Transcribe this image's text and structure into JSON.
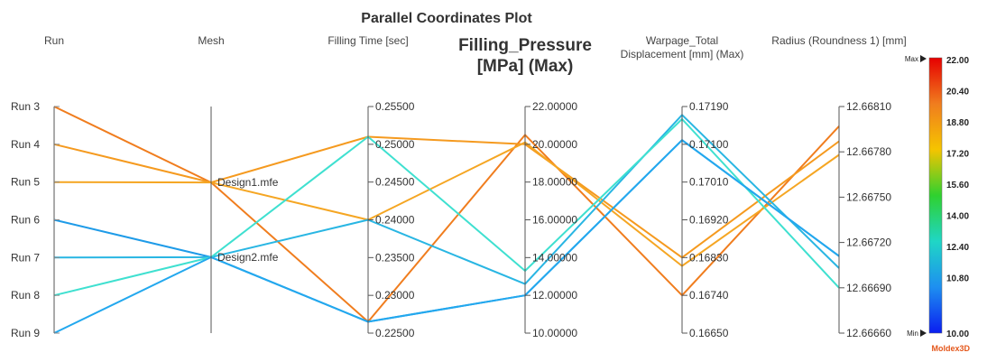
{
  "chart_data": {
    "type": "parallel_coordinates",
    "title": "Parallel Coordinates Plot",
    "axes": [
      {
        "key": "run",
        "title": [
          "Run"
        ],
        "kind": "category",
        "categories": [
          "Run 3",
          "Run 4",
          "Run 5",
          "Run 6",
          "Run 7",
          "Run 8",
          "Run 9"
        ]
      },
      {
        "key": "mesh",
        "title": [
          "Mesh"
        ],
        "kind": "category",
        "categories": [
          "Design1.mfe",
          "Design2.mfe"
        ]
      },
      {
        "key": "filling_time",
        "title": [
          "Filling Time [sec]"
        ],
        "kind": "numeric",
        "range": [
          0.225,
          0.255
        ],
        "ticks": [
          "0.25500",
          "0.25000",
          "0.24500",
          "0.24000",
          "0.23500",
          "0.23000",
          "0.22500"
        ]
      },
      {
        "key": "filling_pressure",
        "title": [
          "Filling_Pressure",
          "[MPa] (Max)"
        ],
        "kind": "numeric",
        "emphasis": true,
        "range": [
          10,
          22
        ],
        "ticks": [
          "22.00000",
          "20.00000",
          "18.00000",
          "16.00000",
          "14.00000",
          "12.00000",
          "10.00000"
        ]
      },
      {
        "key": "warpage",
        "title": [
          "Warpage_Total",
          "Displacement [mm] (Max)"
        ],
        "kind": "numeric",
        "range": [
          0.1665,
          0.1719
        ],
        "ticks": [
          "0.17190",
          "0.17100",
          "0.17010",
          "0.16920",
          "0.16830",
          "0.16740",
          "0.16650"
        ]
      },
      {
        "key": "radius",
        "title": [
          "Radius (Roundness 1) [mm]"
        ],
        "kind": "numeric",
        "range": [
          12.6666,
          12.6681
        ],
        "ticks": [
          "12.66810",
          "12.66780",
          "12.66750",
          "12.66720",
          "12.66690",
          "12.66660"
        ]
      }
    ],
    "lines": [
      {
        "run": "Run 3",
        "mesh": "Design1.mfe",
        "filling_time": 0.2265,
        "filling_pressure": 20.5,
        "warpage": 0.1674,
        "radius": 12.66797,
        "color": "#f07d1e"
      },
      {
        "run": "Run 4",
        "mesh": "Design1.mfe",
        "filling_time": 0.251,
        "filling_pressure": 20.0,
        "warpage": 0.1683,
        "radius": 12.66787,
        "color": "#f59a1f"
      },
      {
        "run": "Run 5",
        "mesh": "Design1.mfe",
        "filling_time": 0.24,
        "filling_pressure": 20.1,
        "warpage": 0.1681,
        "radius": 12.66778,
        "color": "#f5a623"
      },
      {
        "run": "Run 6",
        "mesh": "Design2.mfe",
        "filling_time": 0.2265,
        "filling_pressure": 12.0,
        "warpage": 0.1711,
        "radius": 12.66711,
        "color": "#1e9be8"
      },
      {
        "run": "Run 7",
        "mesh": "Design2.mfe",
        "filling_time": 0.24,
        "filling_pressure": 12.6,
        "warpage": 0.1717,
        "radius": 12.66703,
        "color": "#29b6e3"
      },
      {
        "run": "Run 8",
        "mesh": "Design2.mfe",
        "filling_time": 0.251,
        "filling_pressure": 13.3,
        "warpage": 0.1716,
        "radius": 12.6669,
        "color": "#3fe0d0"
      },
      {
        "run": "Run 9",
        "mesh": "Design2.mfe",
        "filling_time": 0.2265,
        "filling_pressure": 12.0,
        "warpage": 0.1711,
        "radius": 12.66711,
        "color": "#23a8ee"
      }
    ],
    "colorbar": {
      "max_label": "Max",
      "min_label": "Min",
      "ticks": [
        "22.00",
        "20.40",
        "18.80",
        "17.20",
        "15.60",
        "14.00",
        "12.40",
        "10.80",
        "10.00"
      ],
      "gradient": [
        "#e60000",
        "#f07d1e",
        "#f5c400",
        "#2fd12f",
        "#1fd6c6",
        "#1e8ff0",
        "#0a1ef0"
      ]
    }
  },
  "brand": {
    "name": "Moldex3D",
    "color": "#e4571b"
  }
}
